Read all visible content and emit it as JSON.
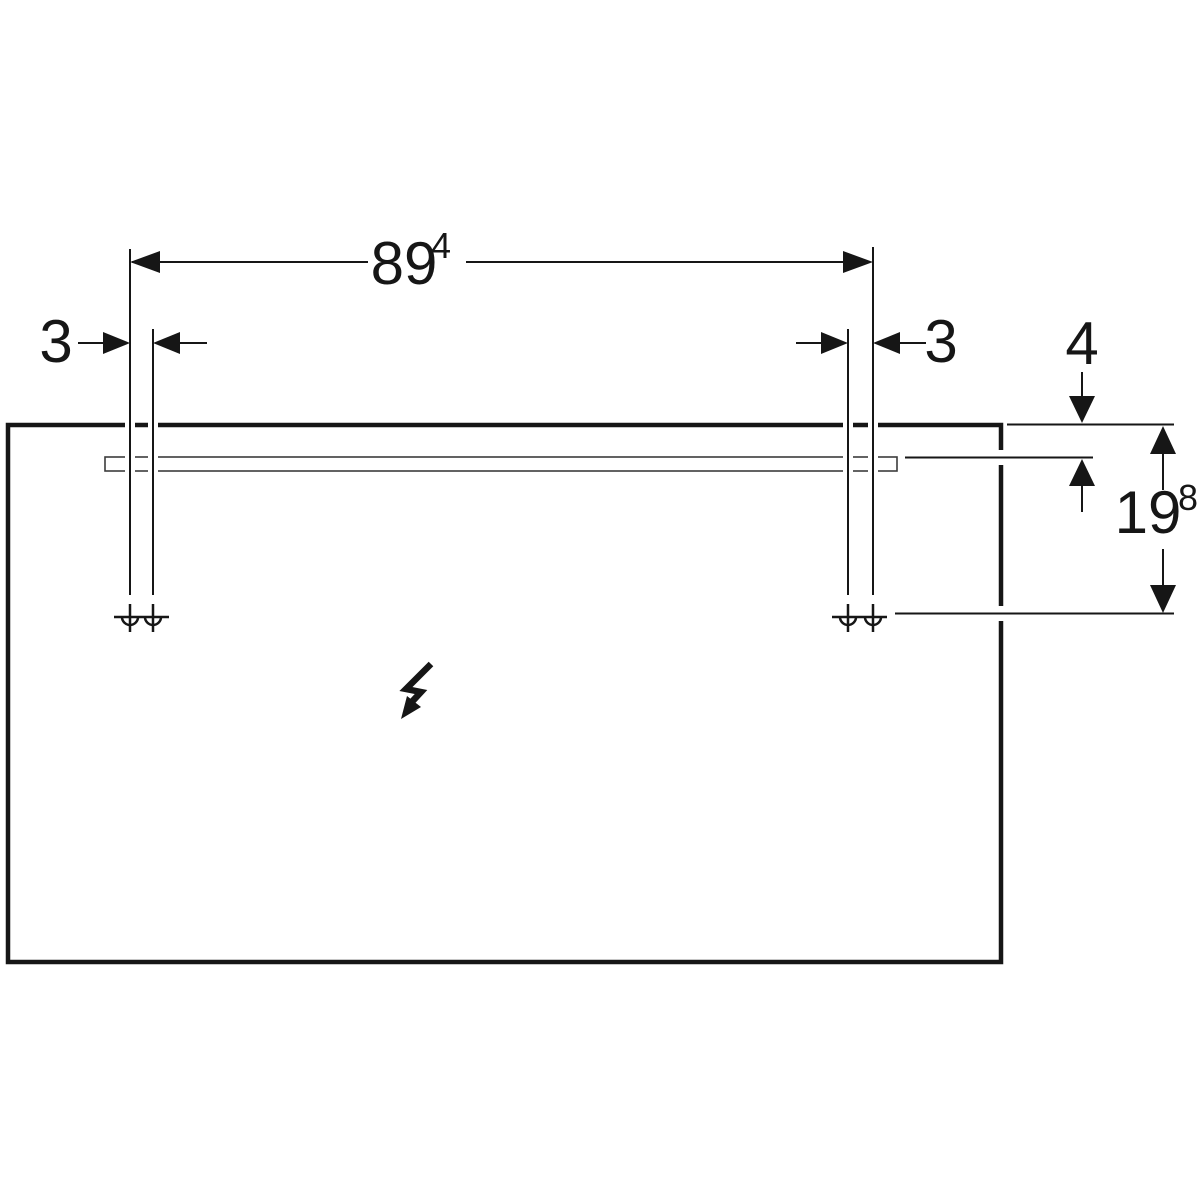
{
  "drawing": {
    "type": "technical-dimension-drawing",
    "subject": "mirror-with-light-front-view",
    "labels": {
      "width": {
        "main": "89",
        "sup": "4"
      },
      "left_offset": "3",
      "right_offset": "3",
      "top_offset": "4",
      "height": {
        "main": "19",
        "sup": "8"
      }
    },
    "icons": {
      "electrical": "lightning-bolt-arrow-icon",
      "fixing": "wall-anchor-cross-icon"
    },
    "colors": {
      "line": "#161616",
      "thin_line": "#3c3c3c",
      "background": "#ffffff"
    }
  }
}
